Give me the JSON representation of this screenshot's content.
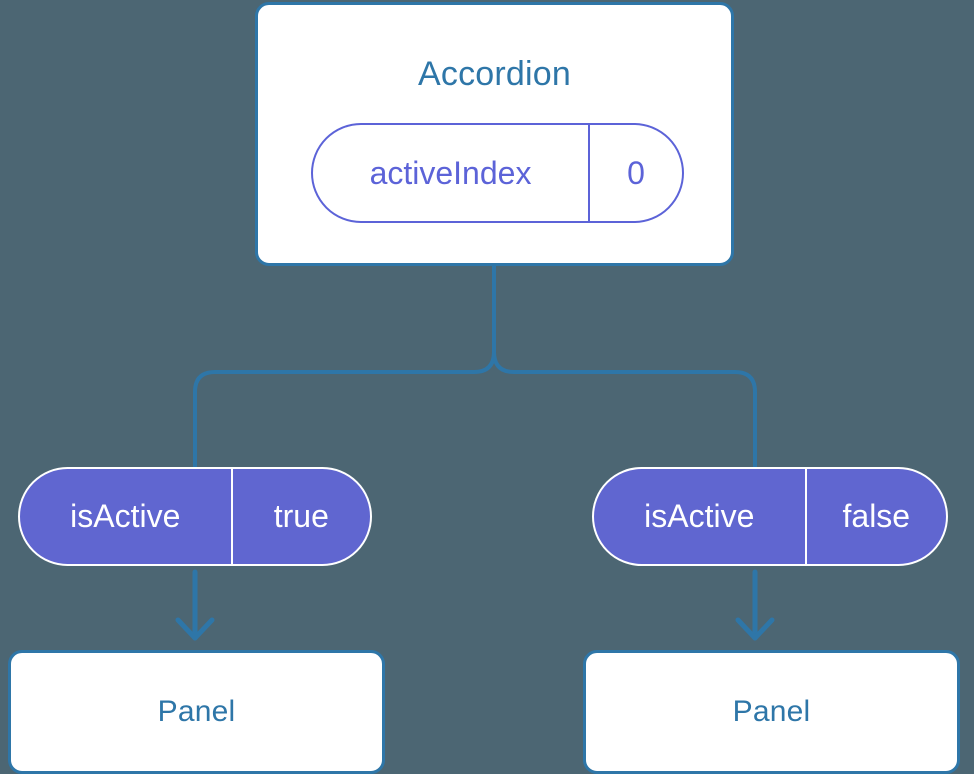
{
  "diagram": {
    "type": "component-tree",
    "background_color": "#4c6673",
    "accent_blue": "#2e76a8",
    "accent_purple": "#6066d0",
    "card_background": "#ffffff",
    "root": {
      "title": "Accordion",
      "state": {
        "key": "activeIndex",
        "value": "0"
      }
    },
    "branches": [
      {
        "prop": {
          "key": "isActive",
          "value": "true"
        },
        "child": {
          "title": "Panel"
        }
      },
      {
        "prop": {
          "key": "isActive",
          "value": "false"
        },
        "child": {
          "title": "Panel"
        }
      }
    ]
  }
}
